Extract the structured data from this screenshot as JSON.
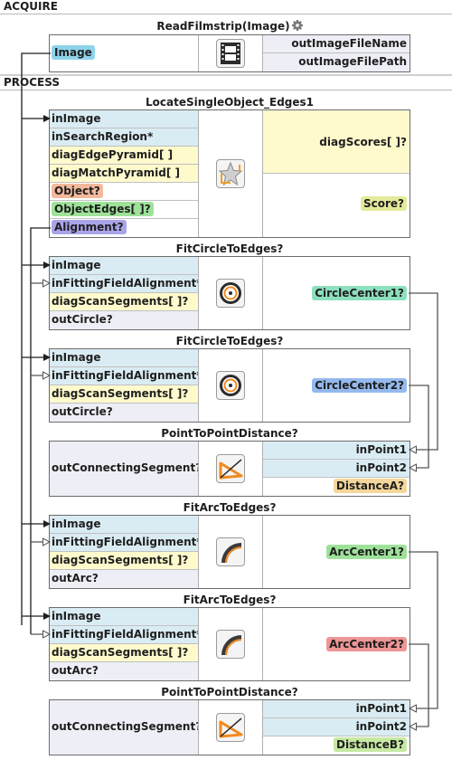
{
  "sections": {
    "acquire": "ACQUIRE",
    "process": "PROCESS"
  },
  "colors": {
    "input_port": "#daecf3",
    "param_port": "#fffacc",
    "wire": "#1e1e1e",
    "pill_image": "#8fd3ea",
    "pill_object": "#f2b99c",
    "pill_edges": "#9ee29a",
    "pill_alignment": "#a9a4ea",
    "pill_circle1": "#8de0be",
    "pill_circle2": "#95b9ee",
    "pill_arc1": "#9ee29a",
    "pill_arc2": "#ee9595",
    "pill_distance": "#f4d79a"
  },
  "blocks": {
    "read": {
      "title": "ReadFilmstrip(Image)",
      "icon": "filmstrip-icon",
      "outputs": [
        "Image"
      ],
      "side_outputs": [
        "outImageFileName",
        "outImageFilePath"
      ]
    },
    "locate": {
      "title": "LocateSingleObject_Edges1",
      "icon": "star-template-icon",
      "inputs": [
        "inImage",
        "inSearchRegion*",
        "diagEdgePyramid[ ]",
        "diagMatchPyramid[ ]"
      ],
      "outputs": [
        "Object?",
        "ObjectEdges[ ]?",
        "Alignment?"
      ],
      "side_outputs": [
        "diagScores[ ]?",
        "Score?"
      ]
    },
    "circle1": {
      "title": "FitCircleToEdges?",
      "icon": "circle-fit-icon",
      "inputs": [
        "inImage",
        "inFittingFieldAlignment*",
        "diagScanSegments[ ]?",
        "outCircle?"
      ],
      "output": "CircleCenter1?"
    },
    "circle2": {
      "title": "FitCircleToEdges?",
      "icon": "circle-fit-icon",
      "inputs": [
        "inImage",
        "inFittingFieldAlignment*",
        "diagScanSegments[ ]?",
        "outCircle?"
      ],
      "output": "CircleCenter2?"
    },
    "distA": {
      "title": "PointToPointDistance?",
      "icon": "triangle-ruler-icon",
      "left_output": "outConnectingSegment?",
      "inputs": [
        "inPoint1",
        "inPoint2"
      ],
      "output": "DistanceA?"
    },
    "arc1": {
      "title": "FitArcToEdges?",
      "icon": "arc-fit-icon",
      "inputs": [
        "inImage",
        "inFittingFieldAlignment*",
        "diagScanSegments[ ]?",
        "outArc?"
      ],
      "output": "ArcCenter1?"
    },
    "arc2": {
      "title": "FitArcToEdges?",
      "icon": "arc-fit-icon",
      "inputs": [
        "inImage",
        "inFittingFieldAlignment*",
        "diagScanSegments[ ]?",
        "outArc?"
      ],
      "output": "ArcCenter2?"
    },
    "distB": {
      "title": "PointToPointDistance?",
      "icon": "triangle-ruler-icon",
      "left_output": "outConnectingSegment?",
      "inputs": [
        "inPoint1",
        "inPoint2"
      ],
      "output": "DistanceB?"
    }
  }
}
